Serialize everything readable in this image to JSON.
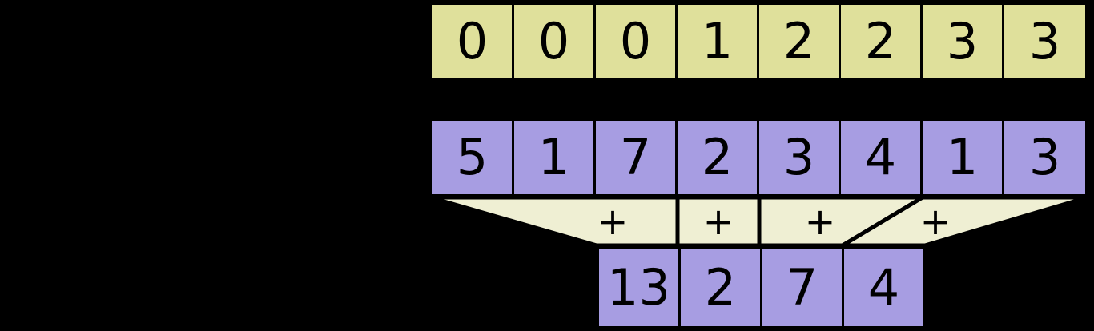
{
  "diagram": {
    "title": "segmented-scan-reduction",
    "colors": {
      "flags_row_fill": "#dfe09b",
      "values_row_fill": "#a79de2",
      "connector_fill": "#efefd3",
      "stroke": "#000000",
      "background": "#000000",
      "text": "#000000"
    },
    "rows": {
      "flags": {
        "name": "flags-row",
        "values": [
          "0",
          "0",
          "0",
          "1",
          "2",
          "2",
          "3",
          "3"
        ]
      },
      "values": {
        "name": "values-row",
        "values": [
          "5",
          "1",
          "7",
          "2",
          "3",
          "4",
          "1",
          "3"
        ]
      },
      "results": {
        "name": "results-row",
        "values": [
          "13",
          "2",
          "7",
          "4"
        ]
      }
    },
    "connectors": {
      "operator": "+",
      "count": 4,
      "labels": [
        "+",
        "+",
        "+",
        "+"
      ]
    }
  }
}
